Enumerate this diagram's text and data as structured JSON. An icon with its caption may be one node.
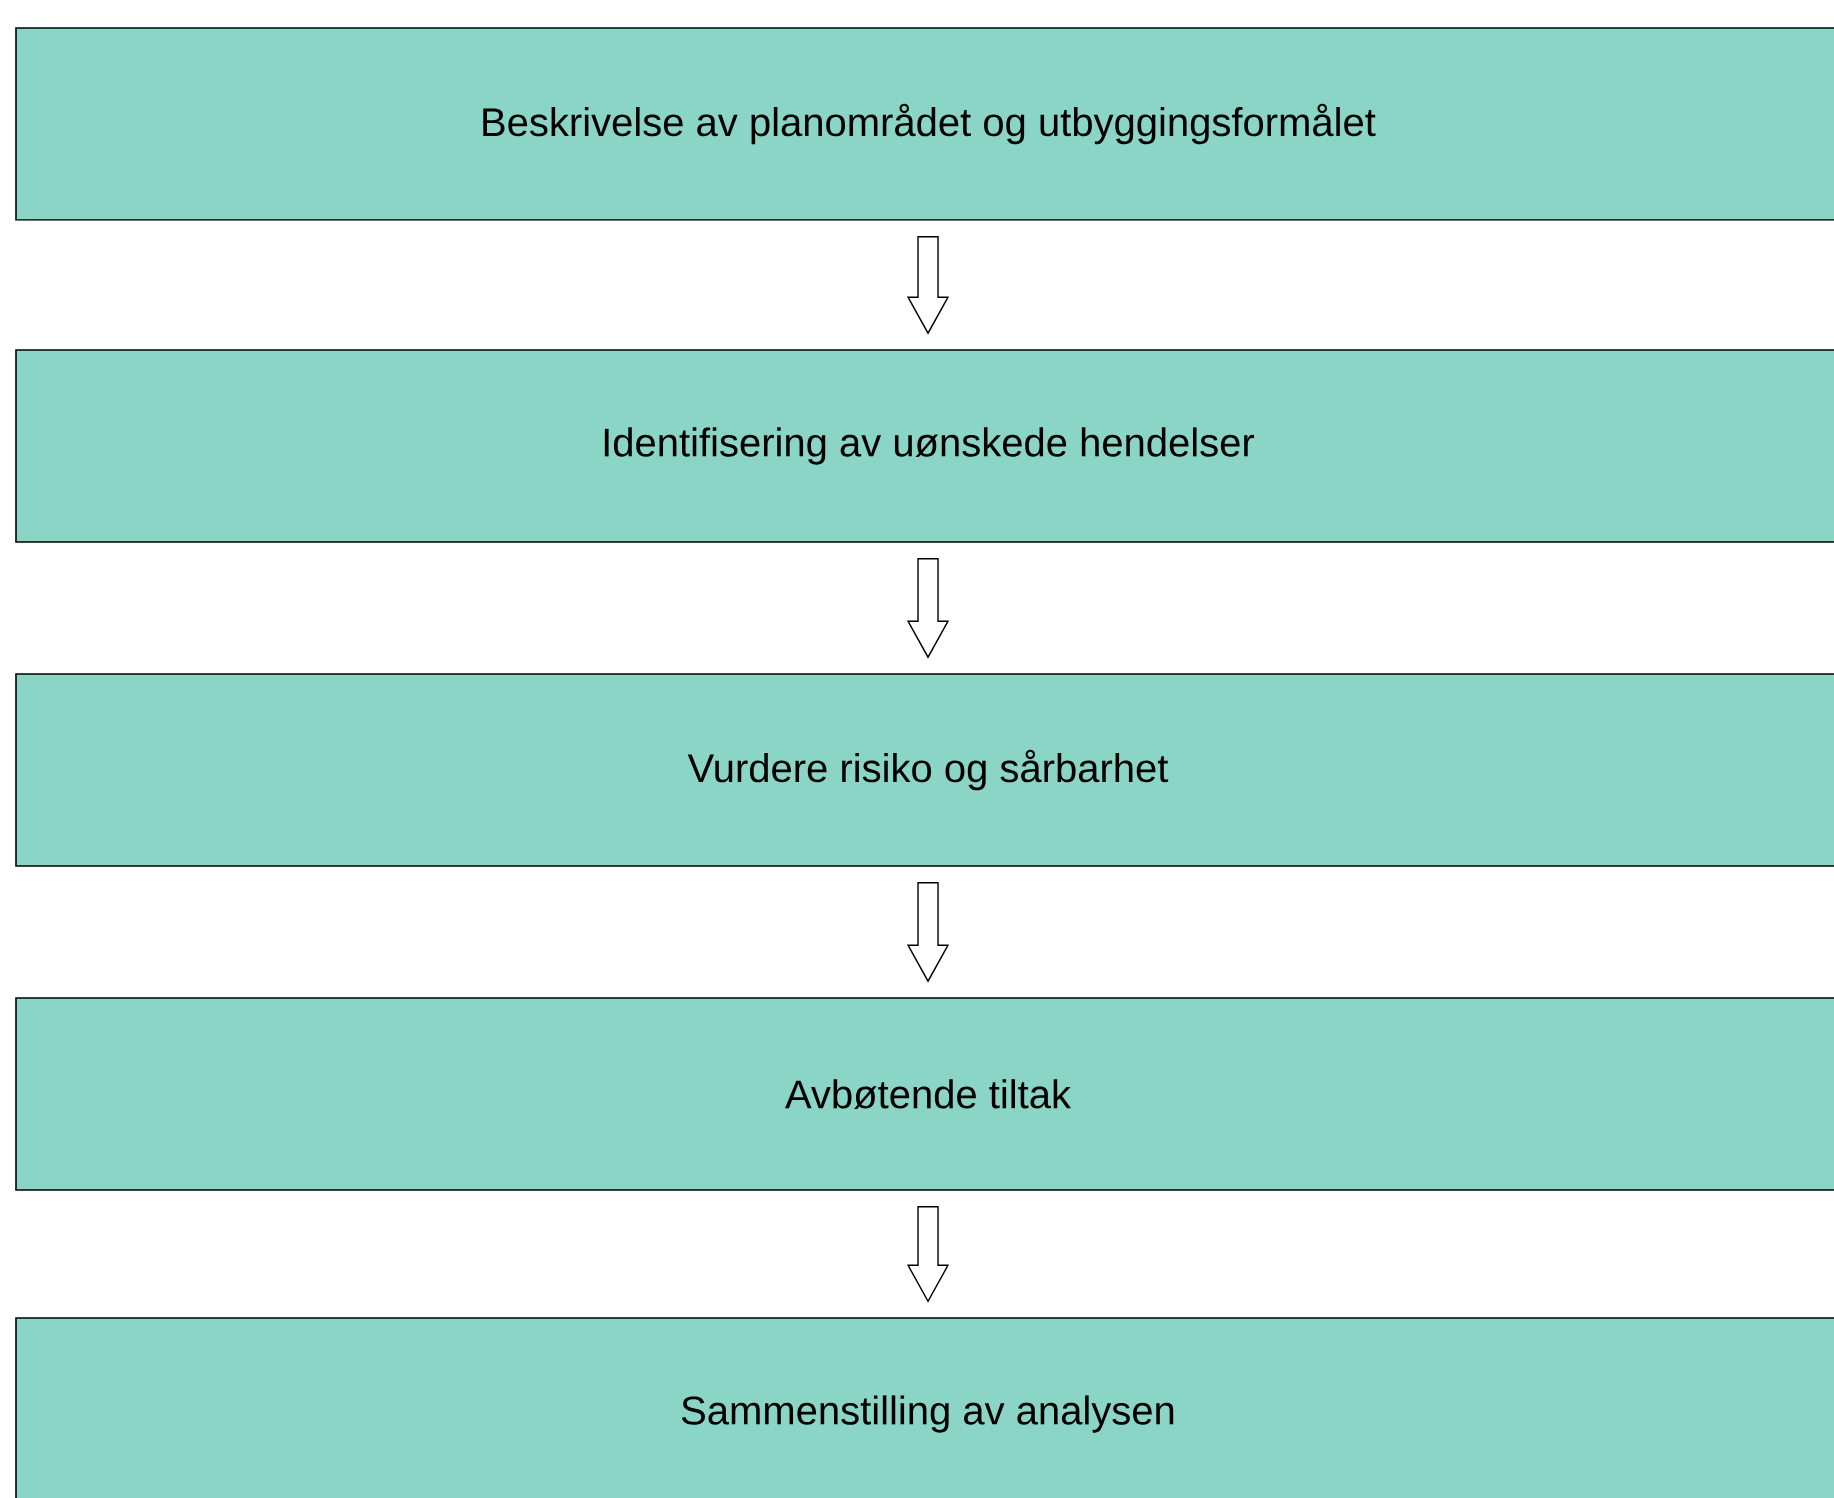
{
  "diagram": {
    "nodes": [
      {
        "text": [
          "Beskrivelse av planområdet og utbyggingsformålet"
        ]
      },
      {
        "text": [
          "Identifisering av uønskede hendelser"
        ]
      },
      {
        "text": [
          "Vurdere risiko og sårbarhet"
        ]
      },
      {
        "text": [
          "Avbøtende tiltak"
        ]
      },
      {
        "text": [
          "Sammenstilling av analysen"
        ]
      }
    ],
    "edges": [
      {
        "from": 0,
        "to": 1,
        "arrow": "to"
      },
      {
        "from": 1,
        "to": 2,
        "arrow": "to"
      },
      {
        "from": 2,
        "to": 3,
        "arrow": "to"
      },
      {
        "from": 3,
        "to": 4,
        "arrow": "to"
      }
    ]
  }
}
